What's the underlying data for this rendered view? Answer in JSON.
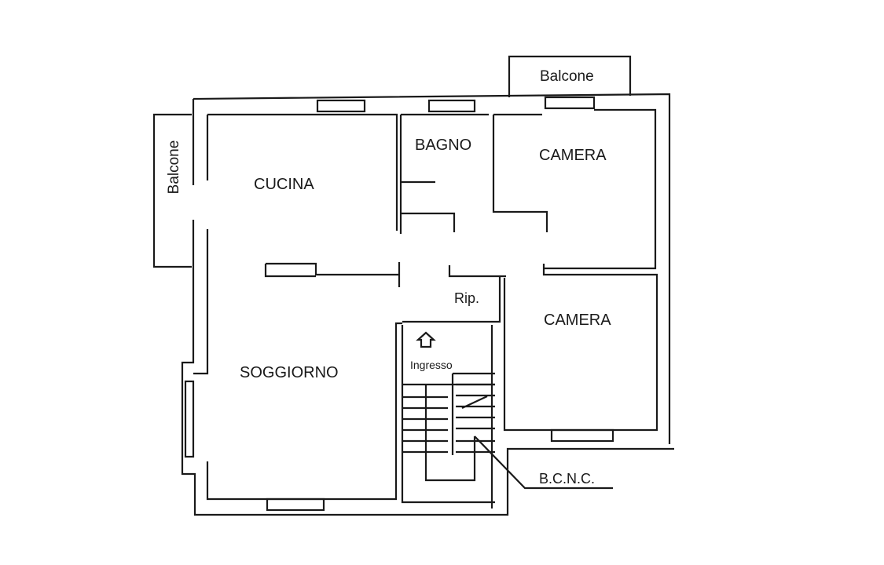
{
  "plan": {
    "rooms": {
      "cucina": "CUCINA",
      "bagno": "BAGNO",
      "camera_top": "CAMERA",
      "camera_bottom": "CAMERA",
      "soggiorno": "SOGGIORNO",
      "ripostiglio": "Rip.",
      "ingresso": "Ingresso"
    },
    "balconies": {
      "top": "Balcone",
      "left": "Balcone"
    },
    "annotations": {
      "bcnc": "B.C.N.C."
    },
    "colors": {
      "line": "#1a1a1a",
      "background": "#ffffff"
    }
  }
}
